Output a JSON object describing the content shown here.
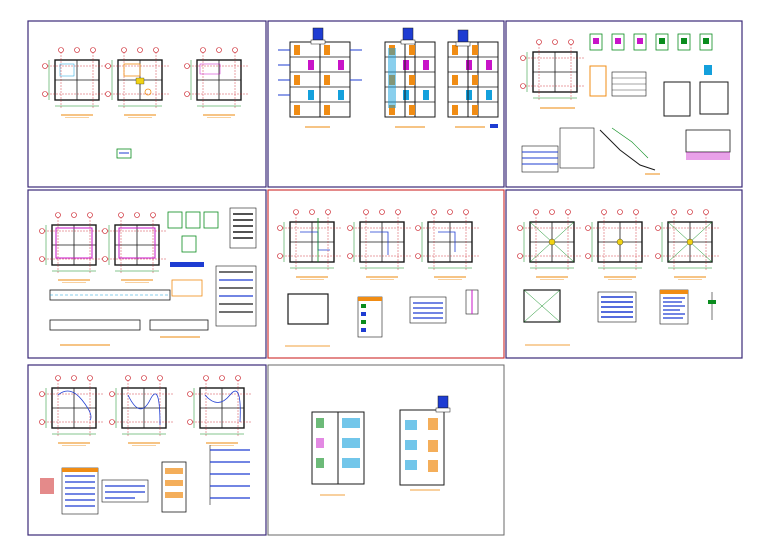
{
  "sheet": {
    "background": "#ffffff",
    "colors": {
      "frame_purple": "#3b2a78",
      "frame_red": "#d23c3c",
      "frame_gray": "#6a6a6a",
      "wall": "#1a1a1a",
      "grid_red": "#c8141e",
      "dim_green": "#0a8c1e",
      "accent_orange": "#f08c14",
      "accent_blue": "#1e3cd2",
      "accent_magenta": "#c814c8",
      "accent_cyan": "#14a0dc",
      "accent_yellow": "#f0d214",
      "title_orange": "#f0a03c"
    }
  },
  "panels": [
    {
      "id": "panel-architectural-plans",
      "frame": "purple",
      "content": "floor-plans-3"
    },
    {
      "id": "panel-building-sections",
      "frame": "purple",
      "content": "sections-elevations"
    },
    {
      "id": "panel-structural-details",
      "frame": "purple",
      "content": "structural-details"
    },
    {
      "id": "panel-foundation-plans",
      "frame": "purple",
      "content": "foundation-beams"
    },
    {
      "id": "panel-sanitary-plans",
      "frame": "red",
      "content": "sanitary"
    },
    {
      "id": "panel-electrical-plans",
      "frame": "purple",
      "content": "electrical"
    },
    {
      "id": "panel-lighting-plans",
      "frame": "purple",
      "content": "lighting"
    },
    {
      "id": "panel-elevations",
      "frame": "gray",
      "content": "elevations"
    }
  ]
}
